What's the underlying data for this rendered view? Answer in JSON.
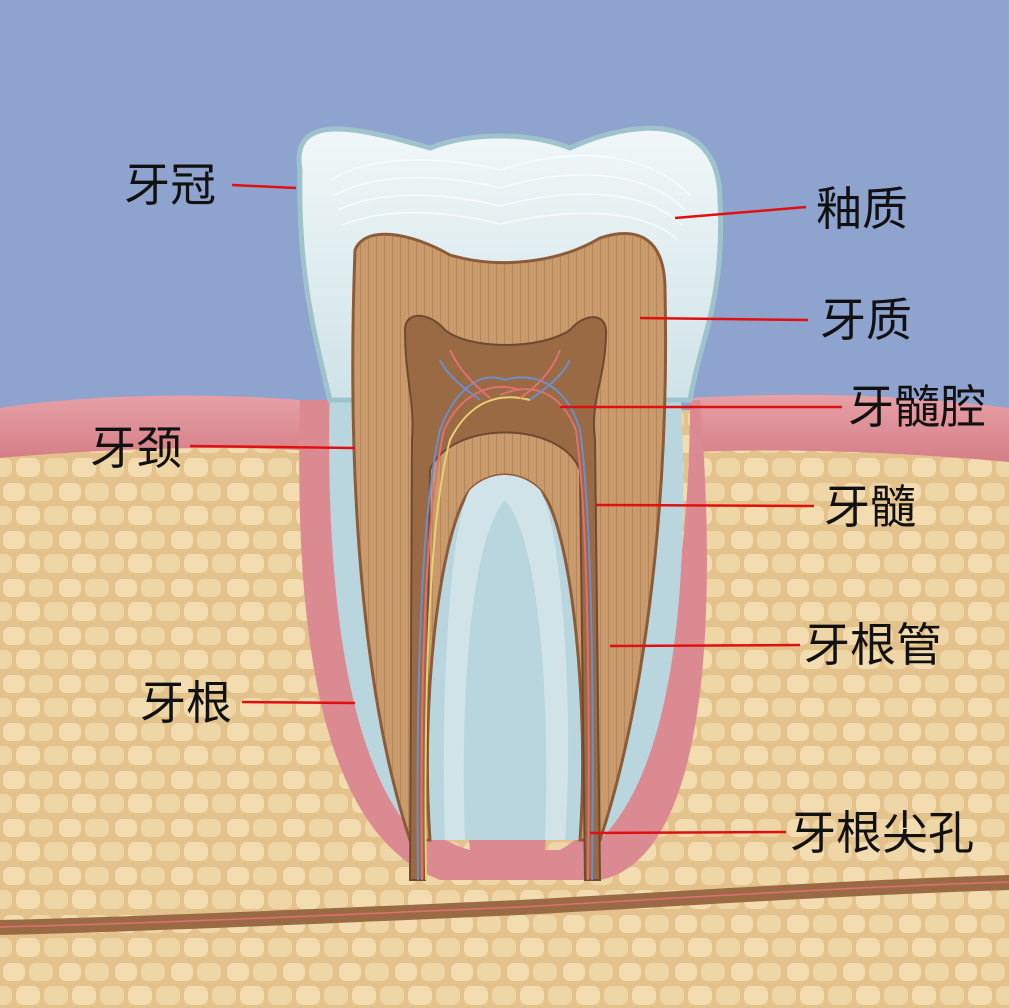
{
  "diagram": {
    "labels": {
      "crown": "牙冠",
      "neck": "牙颈",
      "root": "牙根",
      "enamel": "釉质",
      "dentin": "牙质",
      "pulp_chamber": "牙髓腔",
      "pulp": "牙髓",
      "root_canal": "牙根管",
      "apical_foramen": "牙根尖孔"
    },
    "colors": {
      "sky": "#8fa3cf",
      "gum": "#dc8a92",
      "bone": "#ecd2a0",
      "enamel": "#e4f0f2",
      "dentin": "#c99a6c",
      "pulp": "#9a6a45",
      "leader_line": "#e01010"
    }
  }
}
